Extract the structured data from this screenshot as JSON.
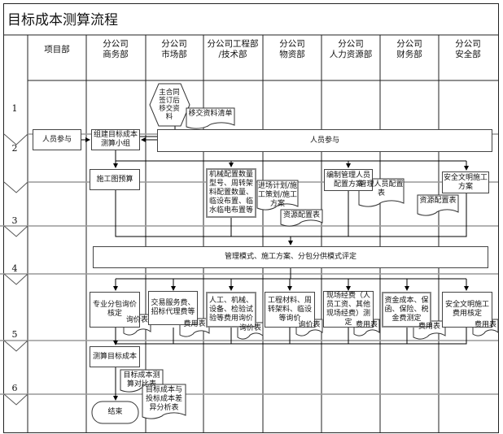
{
  "title": "目标成本测算流程",
  "headers": [
    "项目部",
    "分公司\n商务部",
    "分公司\n市场部",
    "分公司工程部\n/技术部",
    "分公司\n物资部",
    "分公司\n人力资源部",
    "分公司\n财务部",
    "分公司\n安全部"
  ],
  "phases": [
    "1",
    "2",
    "3",
    "4",
    "5",
    "6"
  ],
  "phase1": {
    "handover": "主合同\n签订后\n移交资\n料",
    "handover_doc": "移交资料清单"
  },
  "phase2": {
    "project_participate": "人员参与",
    "form_team": "组建目标成本\n测算小组",
    "others_participate": "人员参与"
  },
  "phase3": {
    "drawing_budget": "施工图预算",
    "machinery": "机械配置数量\n型号、周转架\n料配置数量、\n临设布置、临\n水临电布置等",
    "plan_doc": "进场计划/施\n工策划/施工\n方案",
    "resource_doc_1": "资源配置表",
    "staff_plan": "编制管理人员\n配置方案",
    "staff_doc": "管理人员配置\n表",
    "resource_doc_2": "资源配置表",
    "safety_plan": "安全文明施工\n方案"
  },
  "phase4": {
    "evaluate": "管理模式、施工方案、分包分供模式评定"
  },
  "phase5": {
    "subcontract": "专业分包询价\n核定",
    "sub_doc": "询价表",
    "trade_fee": "交易服务费、\n招标代理费等",
    "trade_doc": "费用表",
    "labor": "人工、机械、\n设备、检验试\n验等费用询价",
    "labor_doc": "询价表",
    "material": "工程材料、周\n转架料、临设\n等询价",
    "material_doc": "询价表",
    "site_fee": "现场经费（人\n员工资、其他\n现场经费）测\n定",
    "site_doc": "费用表",
    "finance": "资金成本、保\n函、保险、税\n金费测定",
    "finance_doc": "费用表",
    "safety_fee": "安全文明施工\n费用核定",
    "safety_doc": "费用表"
  },
  "phase6": {
    "calc": "测算目标成本",
    "compare_doc": "目标成本测\n算对比表",
    "diff_doc": "目标成本与\n投标成本差\n异分析表",
    "end": "结束"
  }
}
